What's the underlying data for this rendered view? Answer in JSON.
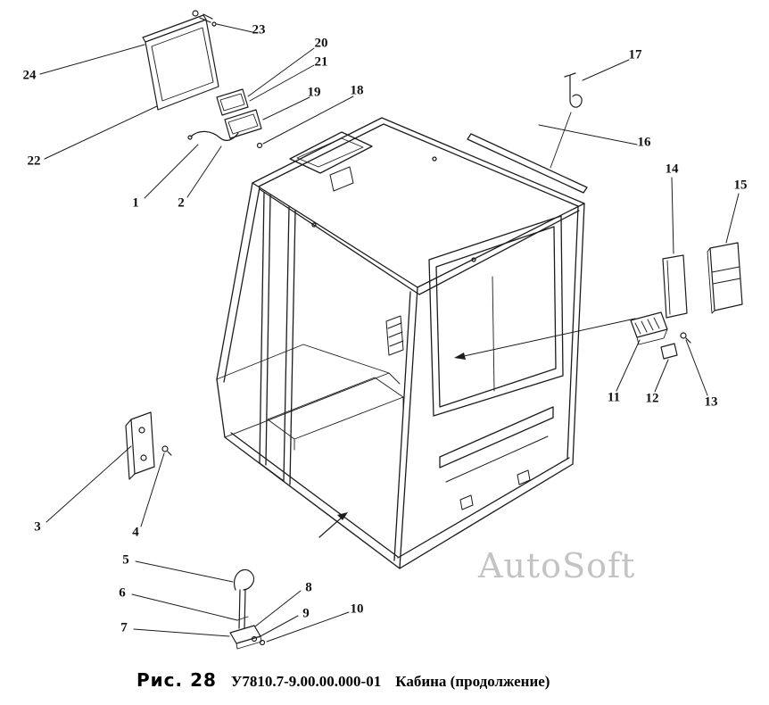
{
  "figure": {
    "number": "Рис. 28",
    "code": "У7810.7-9.00.00.000-01",
    "title": "Кабина  (продолжение)"
  },
  "watermark": "AutoSoft",
  "callouts": {
    "labels": [
      "1",
      "2",
      "3",
      "4",
      "5",
      "6",
      "7",
      "8",
      "9",
      "10",
      "11",
      "12",
      "13",
      "14",
      "15",
      "16",
      "17",
      "18",
      "19",
      "20",
      "21",
      "22",
      "23",
      "24"
    ]
  },
  "colors": {
    "line": "#1c1c1c",
    "watermark": "#c3c3c3",
    "background": "#ffffff"
  }
}
